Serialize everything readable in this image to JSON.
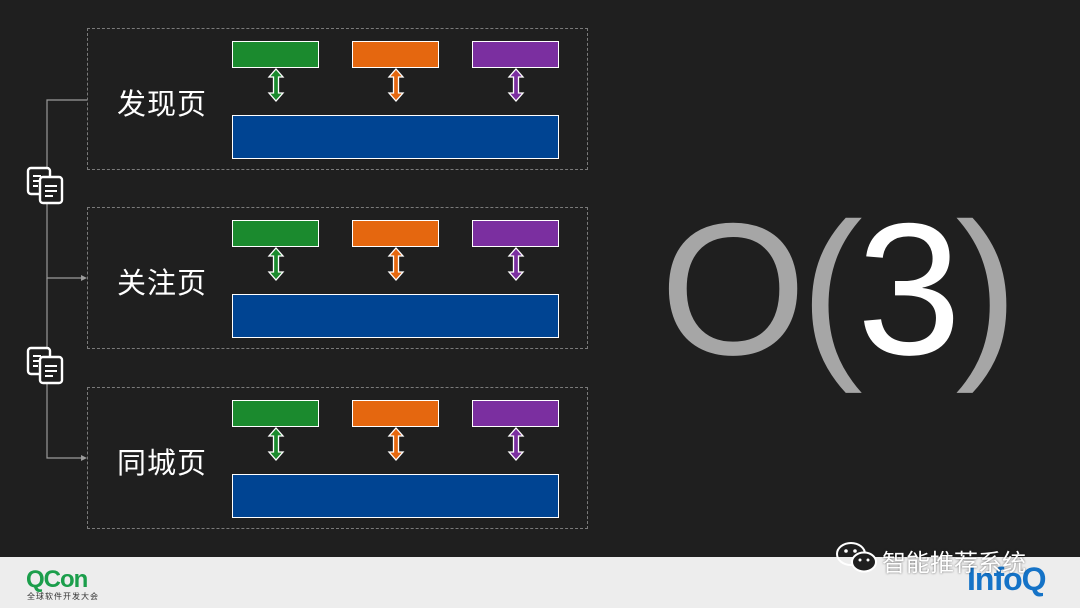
{
  "colors": {
    "background": "#1f1f1f",
    "green": "#1b8a2e",
    "orange": "#e5670f",
    "purple": "#7b2fa0",
    "blue": "#004492",
    "footer": "#ededed"
  },
  "icons": [
    "document-stack-icon",
    "wechat-icon"
  ],
  "panels": [
    {
      "label": "发现页"
    },
    {
      "label": "关注页"
    },
    {
      "label": "同城页"
    }
  ],
  "complexity": {
    "open": "O(",
    "value": "3",
    "close": ")"
  },
  "footer": {
    "qcon": "QCon",
    "qcon_sub": "全球软件开发大会",
    "wechat_account": "智能推荐系统",
    "infoq": "InfoQ"
  }
}
